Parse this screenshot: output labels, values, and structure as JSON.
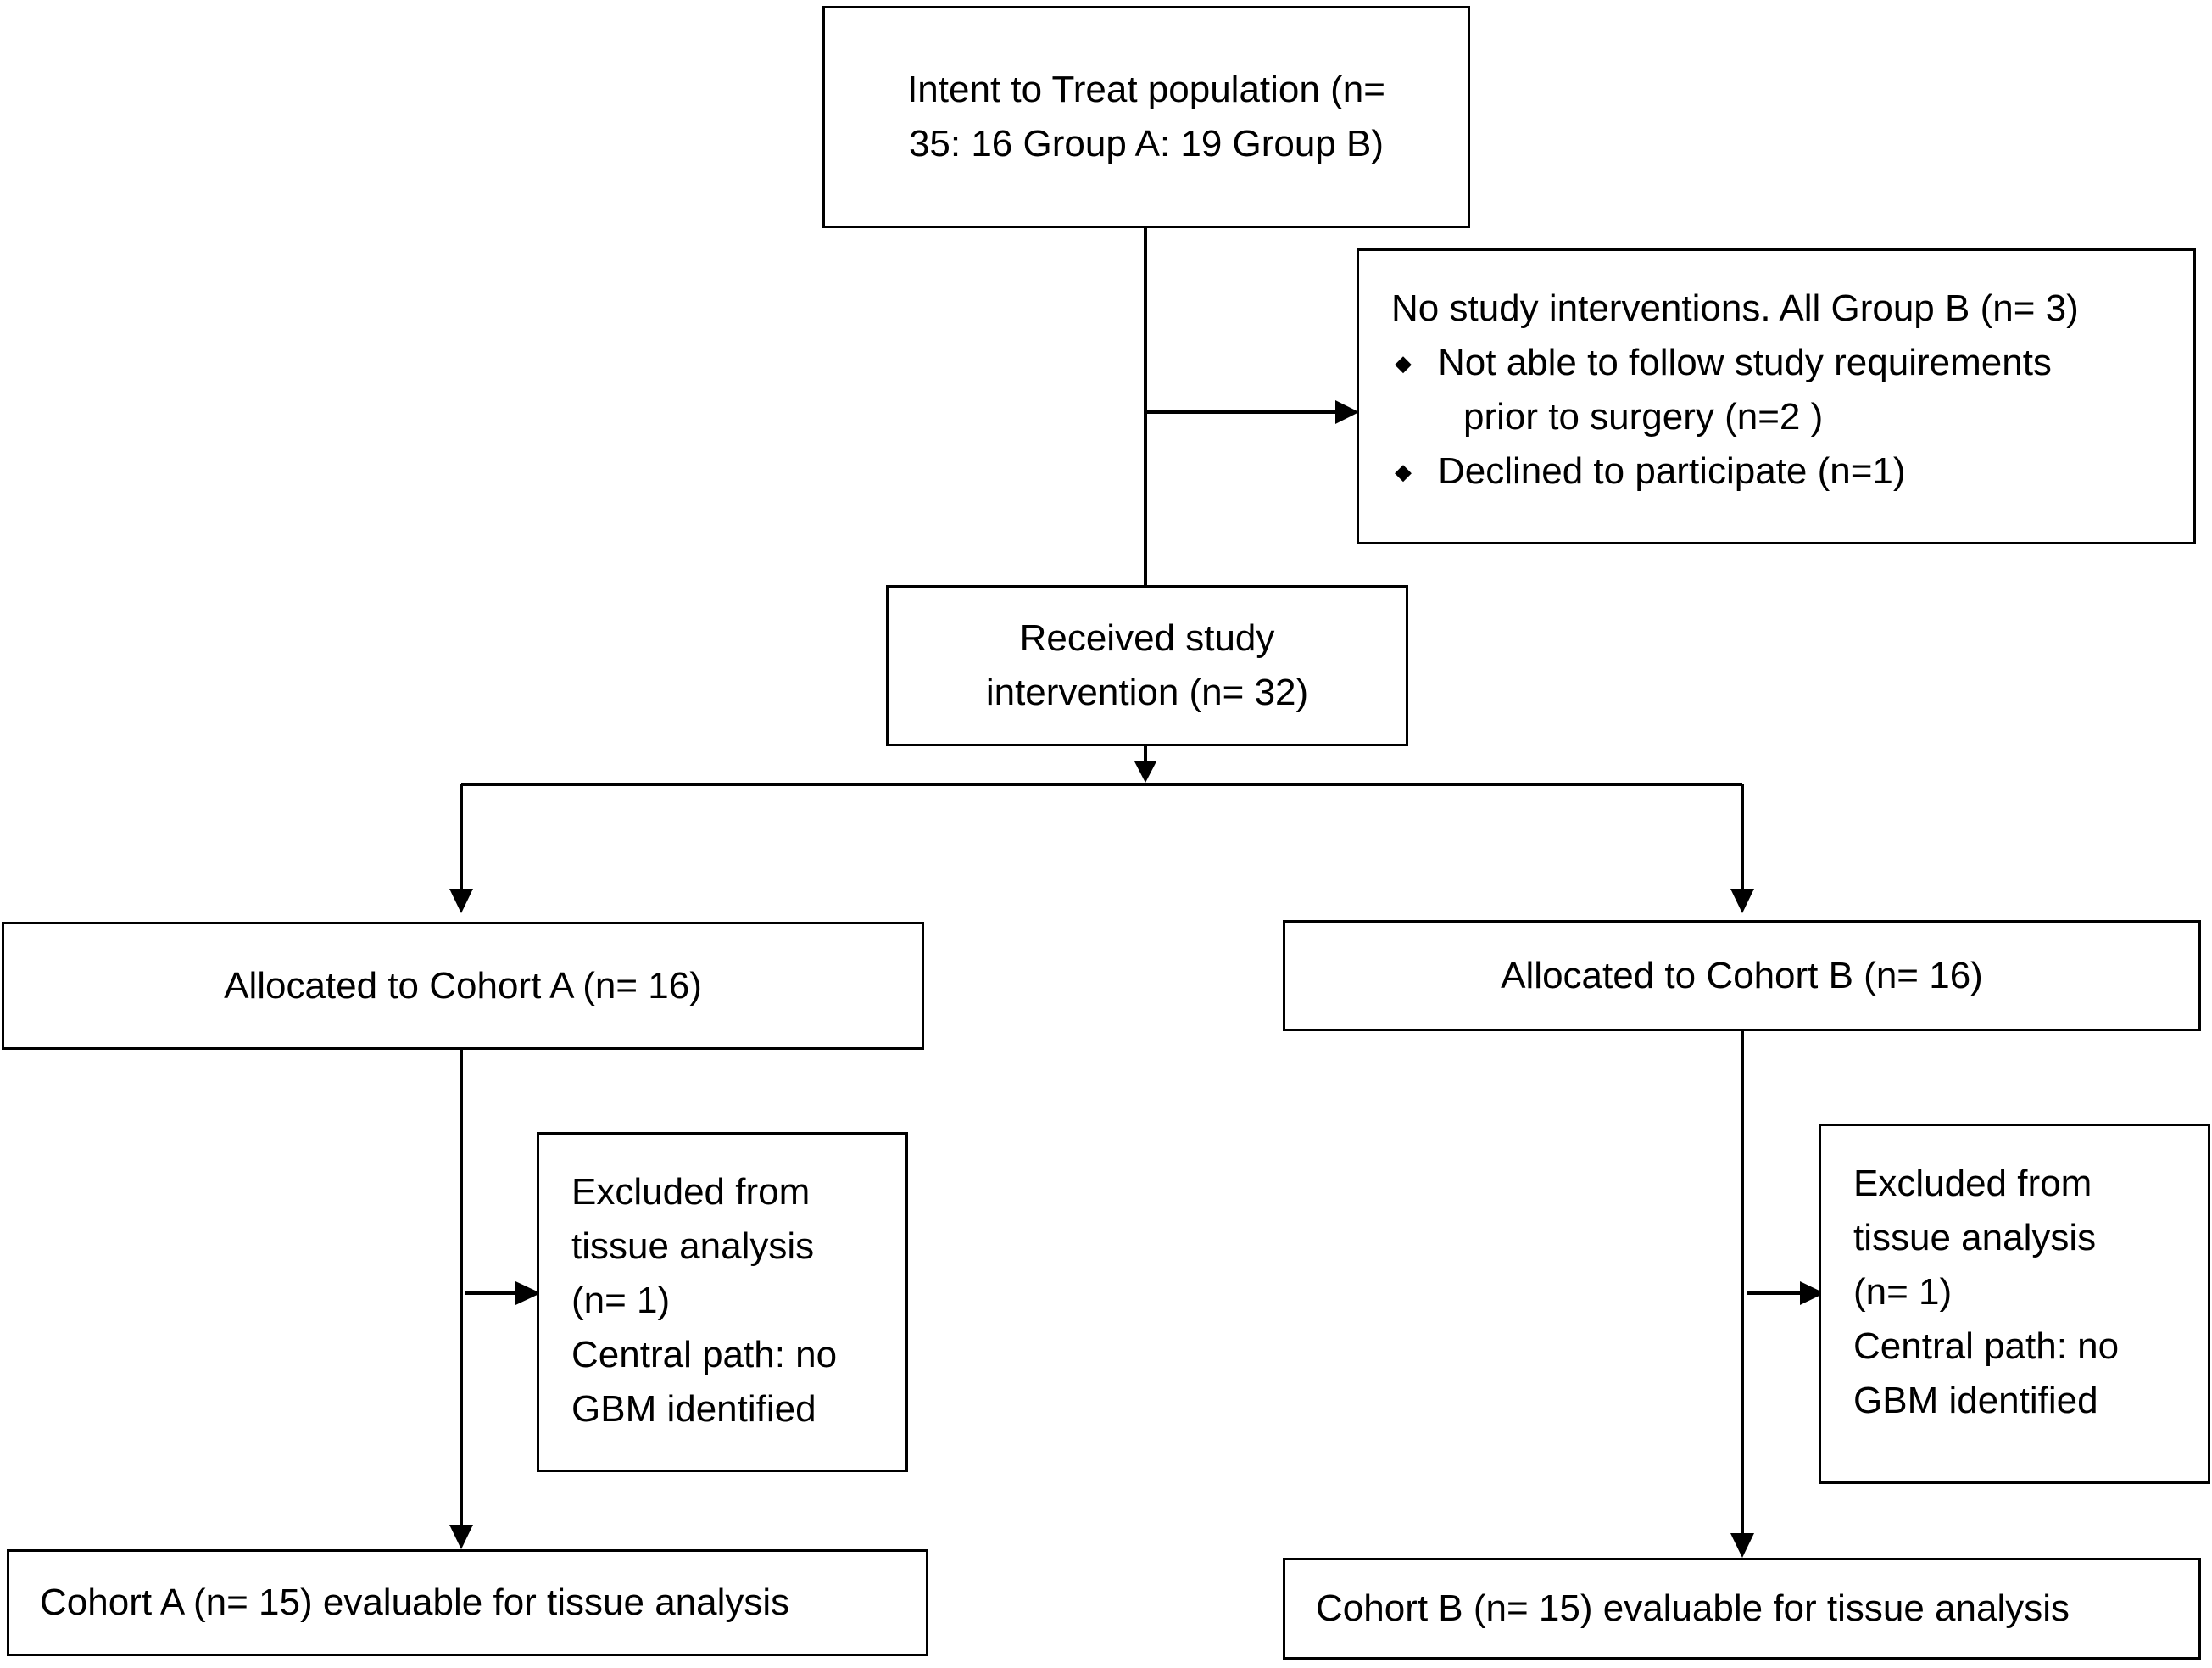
{
  "boxes": {
    "itt": {
      "lines": [
        "Intent to Treat population (n=",
        "35: 16 Group A: 19 Group B)"
      ]
    },
    "no_intervention": {
      "heading": "No study interventions.  All Group B (n= 3)",
      "bullet_symbol": "◆",
      "bullets": [
        {
          "lines": [
            "Not able to follow study requirements",
            "prior to surgery (n=2 )"
          ]
        },
        {
          "lines": [
            "Declined to participate (n=1)"
          ]
        }
      ]
    },
    "received": {
      "lines": [
        "Received study",
        "intervention (n= 32)"
      ]
    },
    "cohort_a": {
      "label": "Allocated to Cohort A (n= 16)"
    },
    "cohort_b": {
      "label": "Allocated to Cohort B (n= 16)"
    },
    "excluded_a": {
      "lines": [
        "Excluded from",
        "tissue analysis",
        "(n= 1)",
        "Central path: no",
        "GBM identified"
      ]
    },
    "excluded_b": {
      "lines": [
        "Excluded from",
        "tissue analysis",
        "(n= 1)",
        "Central path: no",
        "GBM identified"
      ]
    },
    "evaluable_a": {
      "label": "Cohort A (n= 15) evaluable for tissue analysis"
    },
    "evaluable_b": {
      "label": "Cohort B (n= 15) evaluable for tissue analysis"
    }
  }
}
